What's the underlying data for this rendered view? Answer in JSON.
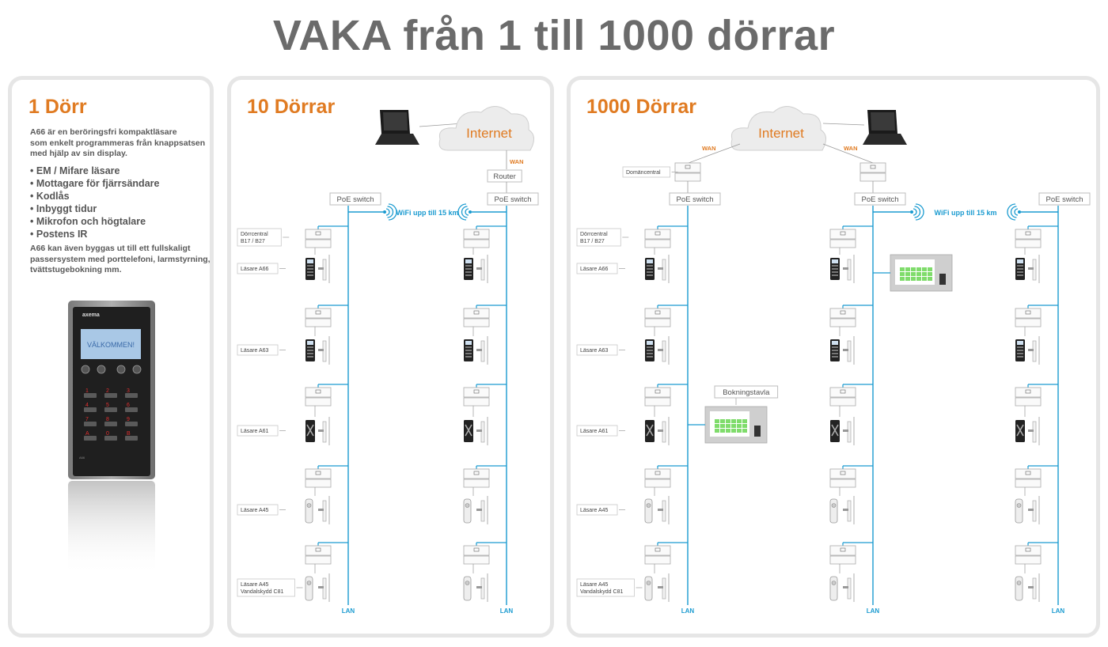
{
  "title": "VAKA från 1 till 1000 dörrar",
  "panel1": {
    "title": "1 Dörr",
    "intro": [
      "A66 är en beröringsfri kompaktläsare",
      "som enkelt programmeras från knappsatsen",
      "med hjälp av sin display."
    ],
    "bullets": [
      "EM / Mifare läsare",
      "Mottagare för fjärrsändare",
      "Kodlås",
      "Inbyggt tidur",
      "Mikrofon och högtalare",
      "Postens IR"
    ],
    "outro": [
      "A66 kan även byggas ut till ett fullskaligt",
      "passersystem med porttelefoni, larmstyrning,",
      "tvättstugebokning mm."
    ],
    "device": {
      "brand": "axema",
      "display": "VÄLKOMMEN!",
      "keys": [
        "1",
        "2",
        "3",
        "4",
        "5",
        "6",
        "7",
        "8",
        "9",
        "A",
        "0",
        "B"
      ],
      "model": "A66"
    }
  },
  "panel2": {
    "title": "10 Dörrar",
    "internet": "Internet",
    "wan": "WAN",
    "router": "Router",
    "poe": "PoE switch",
    "wifi": "WiFi upp till 15 km",
    "lan": "LAN",
    "central_label": [
      "Dörrcentral",
      "B17 / B27"
    ],
    "reader_labels": [
      [
        "Läsare A66"
      ],
      [
        "Läsare A63"
      ],
      [
        "Läsare A61"
      ],
      [
        "Läsare A45"
      ],
      [
        "Läsare A45",
        "Vandalskydd C81"
      ]
    ]
  },
  "panel3": {
    "title": "1000 Dörrar",
    "internet": "Internet",
    "wan": "WAN",
    "domain": "Domäncentral",
    "poe": "PoE switch",
    "wifi": "WiFi upp till 15 km",
    "lan": "LAN",
    "booking": "Bokningstavla",
    "central_label": [
      "Dörrcentral",
      "B17 / B27"
    ],
    "reader_labels": [
      [
        "Läsare A66"
      ],
      [
        "Läsare A63"
      ],
      [
        "Läsare A61"
      ],
      [
        "Läsare A45"
      ],
      [
        "Läsare A45",
        "Vandalskydd C81"
      ]
    ]
  },
  "colors": {
    "accent": "#e07b22",
    "network": "#1b9bd0",
    "title": "#6b6b6b",
    "panel_border": "#e6e6e6"
  }
}
